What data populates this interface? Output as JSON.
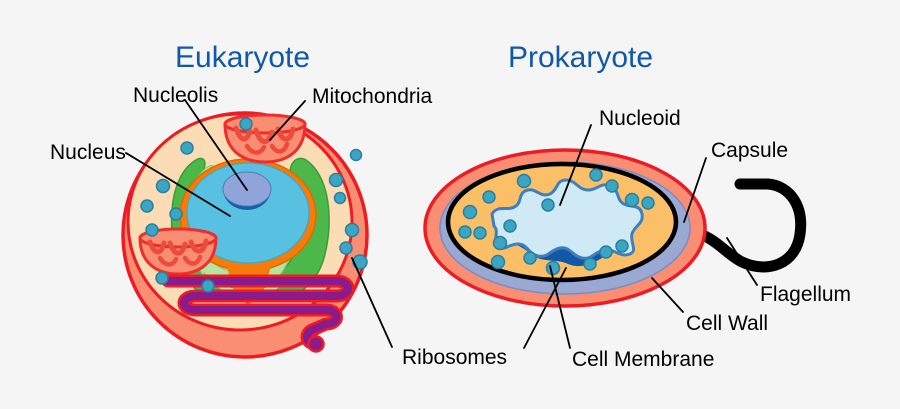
{
  "figure": {
    "background_color": "#f5f5f5",
    "title_color": "#1158a6",
    "label_color": "#000000"
  },
  "cells": [
    {
      "id": "eukaryote",
      "title": "Eukaryote"
    },
    {
      "id": "prokaryote",
      "title": "Prokaryote"
    }
  ],
  "labels": {
    "nucleolis": "Nucleolis",
    "mitochondria": "Mitochondria",
    "nucleus": "Nucleus",
    "ribosomes": "Ribosomes",
    "nucleoid": "Nucleoid",
    "capsule": "Capsule",
    "flagellum": "Flagellum",
    "cell_wall": "Cell Wall",
    "cell_membrane": "Cell Membrane"
  },
  "colors": {
    "cell_outline_red": "#ed1c24",
    "cytoplasm_peach": "#fcdcb4",
    "cytoplasm_shade_salmon": "#f98e72",
    "mitochondria_fill": "#f98e72",
    "mitochondria_stroke": "#ed2e2e",
    "nucleus_blue": "#58c0e0",
    "nucleolus_light": "#8fa5da",
    "nucleolus_dark": "#1162a8",
    "nuclear_envelope_orange": "#f57c0a",
    "golgi_green_dark": "#4cb849",
    "golgi_green_light": "#b4e5a0",
    "er_purple": "#8b1a8b",
    "ribosome_fill": "#3ba5c4",
    "ribosome_stroke": "#2a7f9c",
    "prokaryote_capsule": "#f98e72",
    "prokaryote_wall": "#9aa8d4",
    "prokaryote_membrane": "#000000",
    "prokaryote_cytoplasm": "#fbbf68",
    "nucleoid_light": "#cfe9f5",
    "nucleoid_dark": "#1158a6",
    "nucleoid_stroke": "#3f7fc0",
    "flagellum": "#000000"
  }
}
